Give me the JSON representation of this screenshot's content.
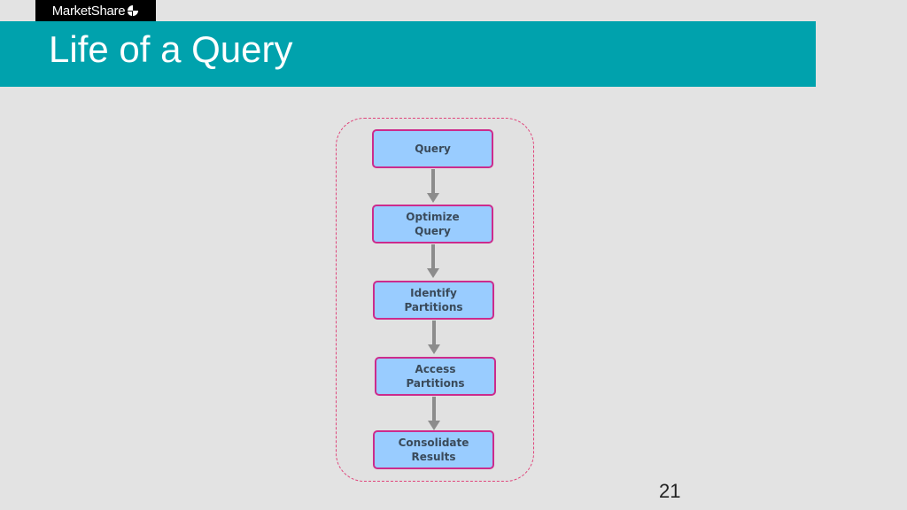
{
  "brand": {
    "name": "MarketShare"
  },
  "slide": {
    "title": "Life of a Query",
    "page_number": "21"
  },
  "flow": {
    "steps": [
      {
        "label": "Query"
      },
      {
        "label": "Optimize\nQuery"
      },
      {
        "label": "Identify\nPartitions"
      },
      {
        "label": "Access\nPartitions"
      },
      {
        "label": "Consolidate\nResults"
      }
    ]
  },
  "colors": {
    "title_band": "#00a2ad",
    "box_fill": "#99ccff",
    "box_border": "#cc2b8c",
    "container_border": "#e0457b",
    "arrow": "#8c8c8c"
  }
}
